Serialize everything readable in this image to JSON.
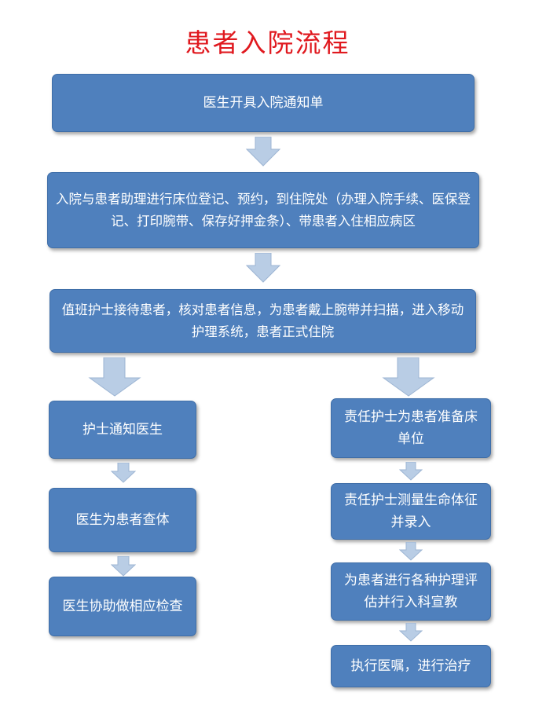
{
  "title": "患者入院流程",
  "colors": {
    "title": "#e0191f",
    "box_fill": "#4f80bd",
    "box_text": "#ffffff",
    "arrow": "#b9cde5"
  },
  "steps": {
    "step1": "医生开具入院通知单",
    "step2": "入院与患者助理进行床位登记、预约，到住院处（办理入院手续、医保登记、打印腕带、保存好押金条）、带患者入住相应病区",
    "step3": "值班护士接待患者，核对患者信息，为患者戴上腕带并扫描，进入移动护理系统，患者正式住院"
  },
  "left_branch": [
    "护士通知医生",
    "医生为患者查体",
    "医生协助做相应检查"
  ],
  "right_branch": [
    "责任护士为患者准备床单位",
    "责任护士测量生命体征并录入",
    "为患者进行各种护理评估并行入科宣教",
    "执行医嘱，进行治疗"
  ]
}
